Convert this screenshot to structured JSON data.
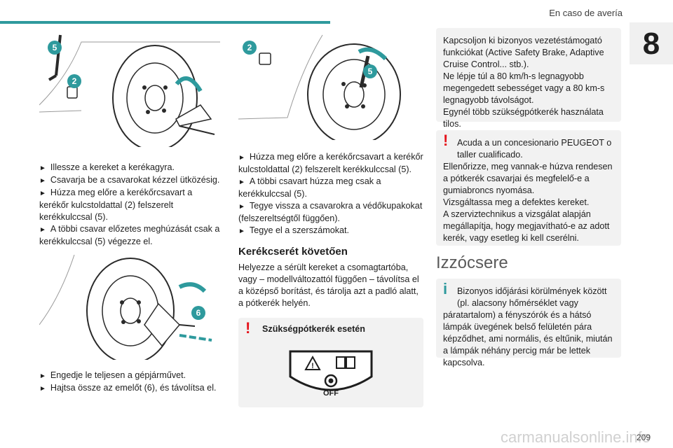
{
  "header": {
    "chapter_title": "En caso de avería",
    "chapter_number": "8"
  },
  "col1": {
    "callout_a": "5",
    "callout_b": "2",
    "steps_1": [
      "Illessze a kereket a kerékagyra.",
      "Csavarja be a csavarokat kézzel ütközésig.",
      "Húzza meg előre a kerékőrcsavart a kerékőr kulcstoldattal (2) felszerelt kerékkulccsal (5).",
      "A többi csavar előzetes meghúzását csak a kerékkulccsal (5) végezze el."
    ],
    "callout_c": "6",
    "steps_2": [
      "Engedje le teljesen a gépjárművet.",
      "Hajtsa össze az emelőt (6), és távolítsa el."
    ]
  },
  "col2": {
    "callout_a": "2",
    "callout_b": "5",
    "steps": [
      "Húzza meg előre a kerékőrcsavart a kerékőr kulcstoldattal (2) felszerelt kerékkulccsal (5).",
      "A többi csavart húzza meg csak a kerékkulccsal (5).",
      "Tegye vissza a csavarokra a védőkupakokat (felszereltségtől függően).",
      "Tegye el a szerszámokat."
    ],
    "section_title": "Kerékcserét követően",
    "paragraph": "Helyezze a sérült kereket a csomagtartóba, vagy – modellváltozattól függően – távolítsa el a középső borítást, és tárolja azt a padló alatt, a pótkerék helyén.",
    "warning_title": "Szükségpótkerék esetén",
    "badge_text": "OFF"
  },
  "col3": {
    "box1": "Kapcsoljon ki bizonyos vezetéstámogató funkciókat (Active Safety Brake, Adaptive Cruise Control... stb.).\nNe lépje túl a 80 km/h-s legnagyobb megengedett sebességet vagy a 80 km-s legnagyobb távolságot.\nEgynél több szükségpótkerék használata tilos.",
    "box2_first": "Acuda a un concesionario PEUGEOT o taller cualificado.",
    "box2_rest": "Ellenőrizze, meg vannak-e húzva rendesen a pótkerék csavarjai és megfelelő-e a gumiabroncs nyomása.\nVizsgáltassa meg a defektes kereket.\nA szerviztechnikus a vizsgálat alapján megállapítja, hogy megjavítható-e az adott kerék, vagy esetleg ki kell cserélni.",
    "section_title": "Izzócsere",
    "box3_first": "Bizonyos időjárási körülmények között (pl. alacsony hőmérséklet vagy",
    "box3_rest": "páratartalom) a fényszórók és a hátsó lámpák üvegének belső felületén pára képződhet, ami normális, és eltűnik, miután a lámpák néhány percig már be lettek kapcsolva."
  },
  "footer": {
    "page_number": "209",
    "watermark": "carmanualsonline.info"
  },
  "colors": {
    "accent": "#2e9a9d",
    "warning": "#e5141c",
    "callout": "#2e9a9d"
  }
}
